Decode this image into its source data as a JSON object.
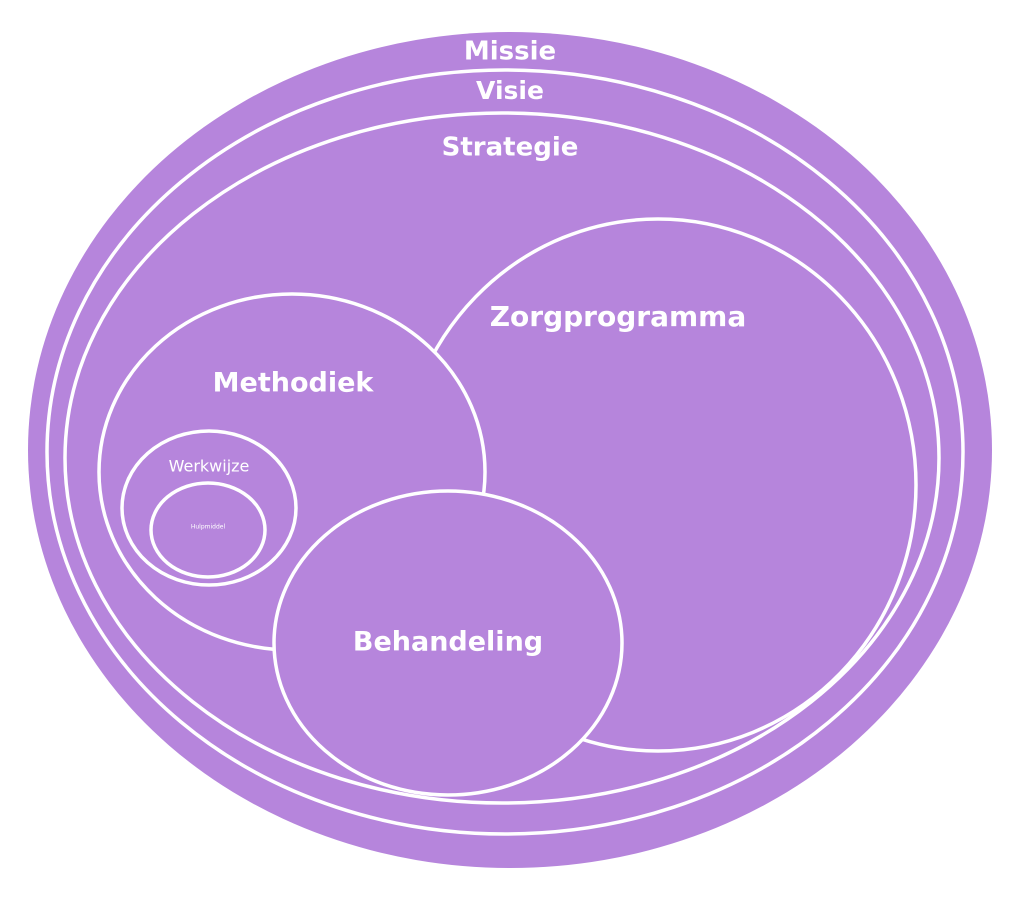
{
  "colors": {
    "fill": "#b685dc",
    "stroke": "#ffffff",
    "text": "#ffffff"
  },
  "labels": {
    "missie": "Missie",
    "visie": "Visie",
    "strategie": "Strategie",
    "zorgprogramma": "Zorgprogramma",
    "methodiek": "Methodiek",
    "werkwijze": "Werkwijze",
    "hulpmiddel": "Hulpmiddel",
    "behandeling": "Behandeling"
  }
}
